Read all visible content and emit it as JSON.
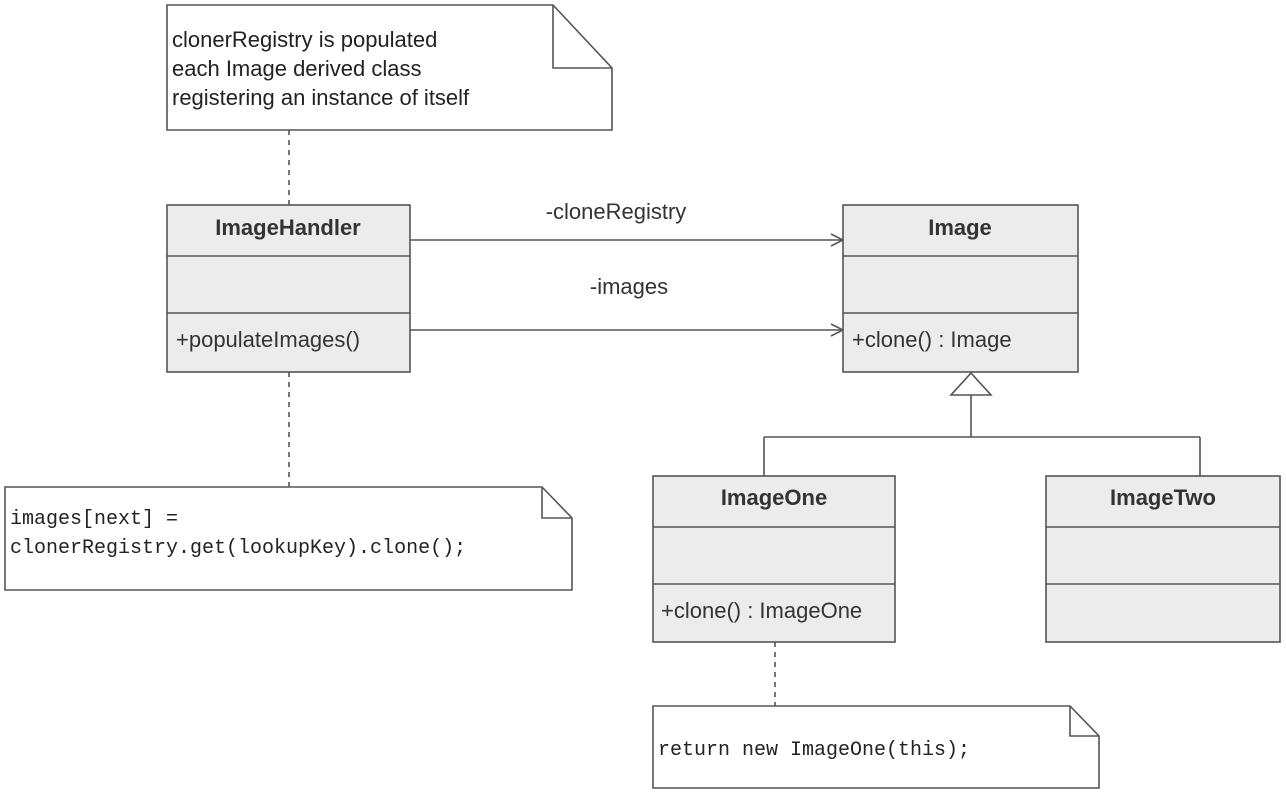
{
  "notes": {
    "registry_note": {
      "lines": [
        "clonerRegistry is populated",
        "each Image derived class",
        "registering an instance of itself"
      ]
    },
    "handler_note": {
      "lines": [
        "images[next] =",
        "clonerRegistry.get(lookupKey).clone();"
      ]
    },
    "imageone_note": {
      "lines": [
        "return new ImageOne(this);"
      ]
    }
  },
  "classes": {
    "image_handler": {
      "name": "ImageHandler",
      "attributes": "",
      "operations": "+populateImages()"
    },
    "image": {
      "name": "Image",
      "attributes": "",
      "operations": "+clone() : Image"
    },
    "image_one": {
      "name": "ImageOne",
      "attributes": "",
      "operations": "+clone() : ImageOne"
    },
    "image_two": {
      "name": "ImageTwo",
      "attributes": "",
      "operations": ""
    }
  },
  "associations": {
    "clone_registry": {
      "label": "-cloneRegistry"
    },
    "images": {
      "label": "-images"
    }
  },
  "colors": {
    "class_fill": "#ececec",
    "stroke": "#555555",
    "text": "#333333"
  }
}
